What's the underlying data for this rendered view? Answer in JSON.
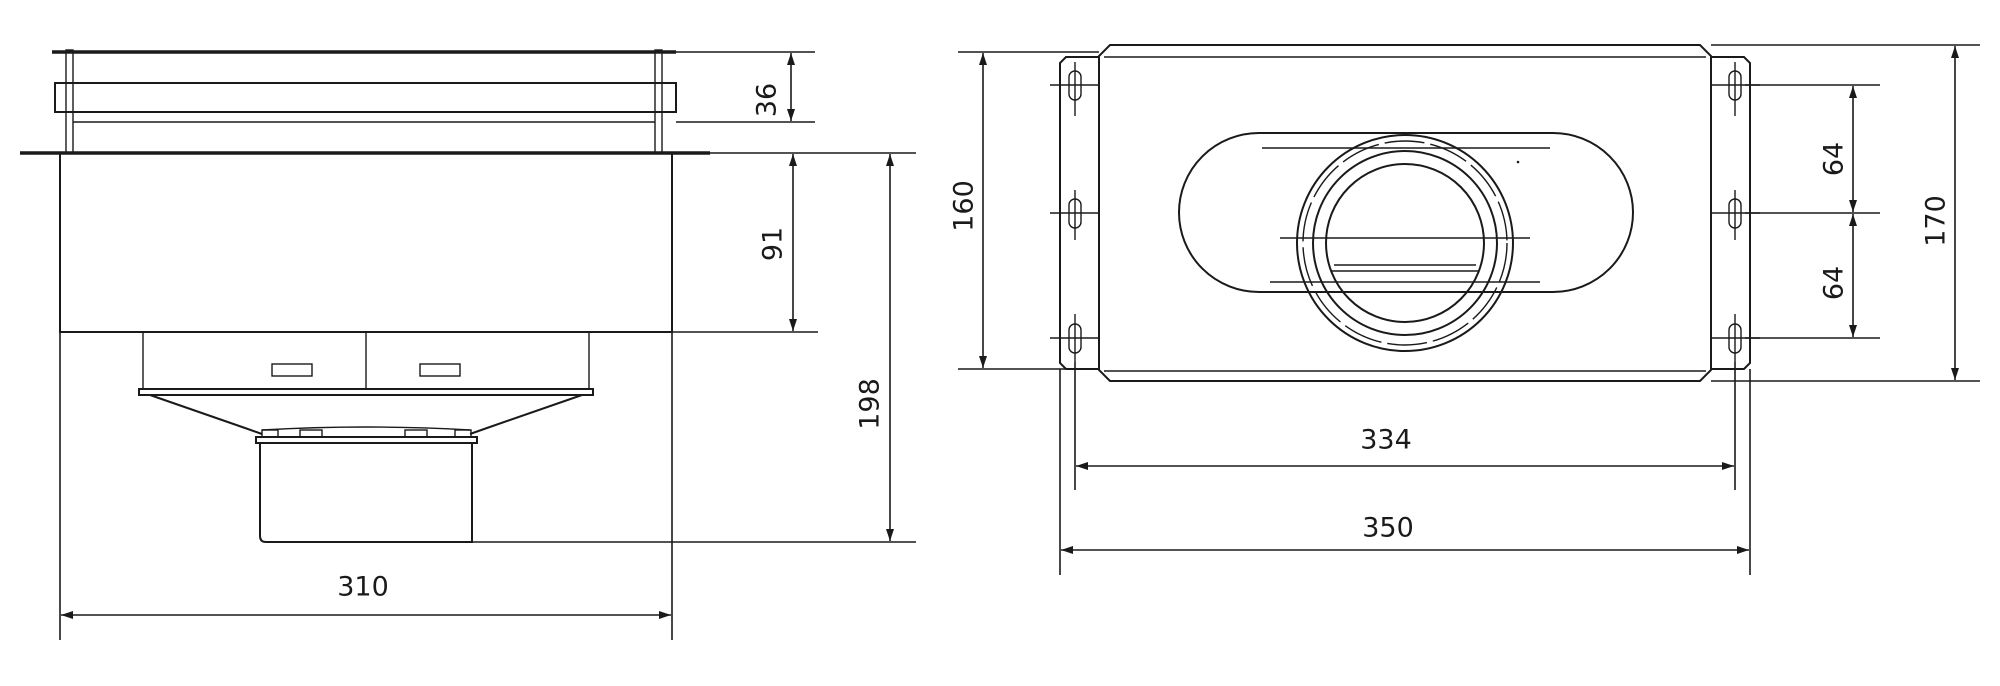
{
  "drawing": {
    "side_view": {
      "dim_top_height": "36",
      "dim_body_height": "91",
      "dim_total_height": "198",
      "dim_width": "310"
    },
    "top_view": {
      "dim_plate_height": "160",
      "dim_slot_spacing_upper": "64",
      "dim_slot_spacing_lower": "64",
      "dim_overall_height": "170",
      "dim_slot_span": "334",
      "dim_overall_width": "350"
    },
    "line_color": "#1a1a1a",
    "background": "#ffffff"
  }
}
